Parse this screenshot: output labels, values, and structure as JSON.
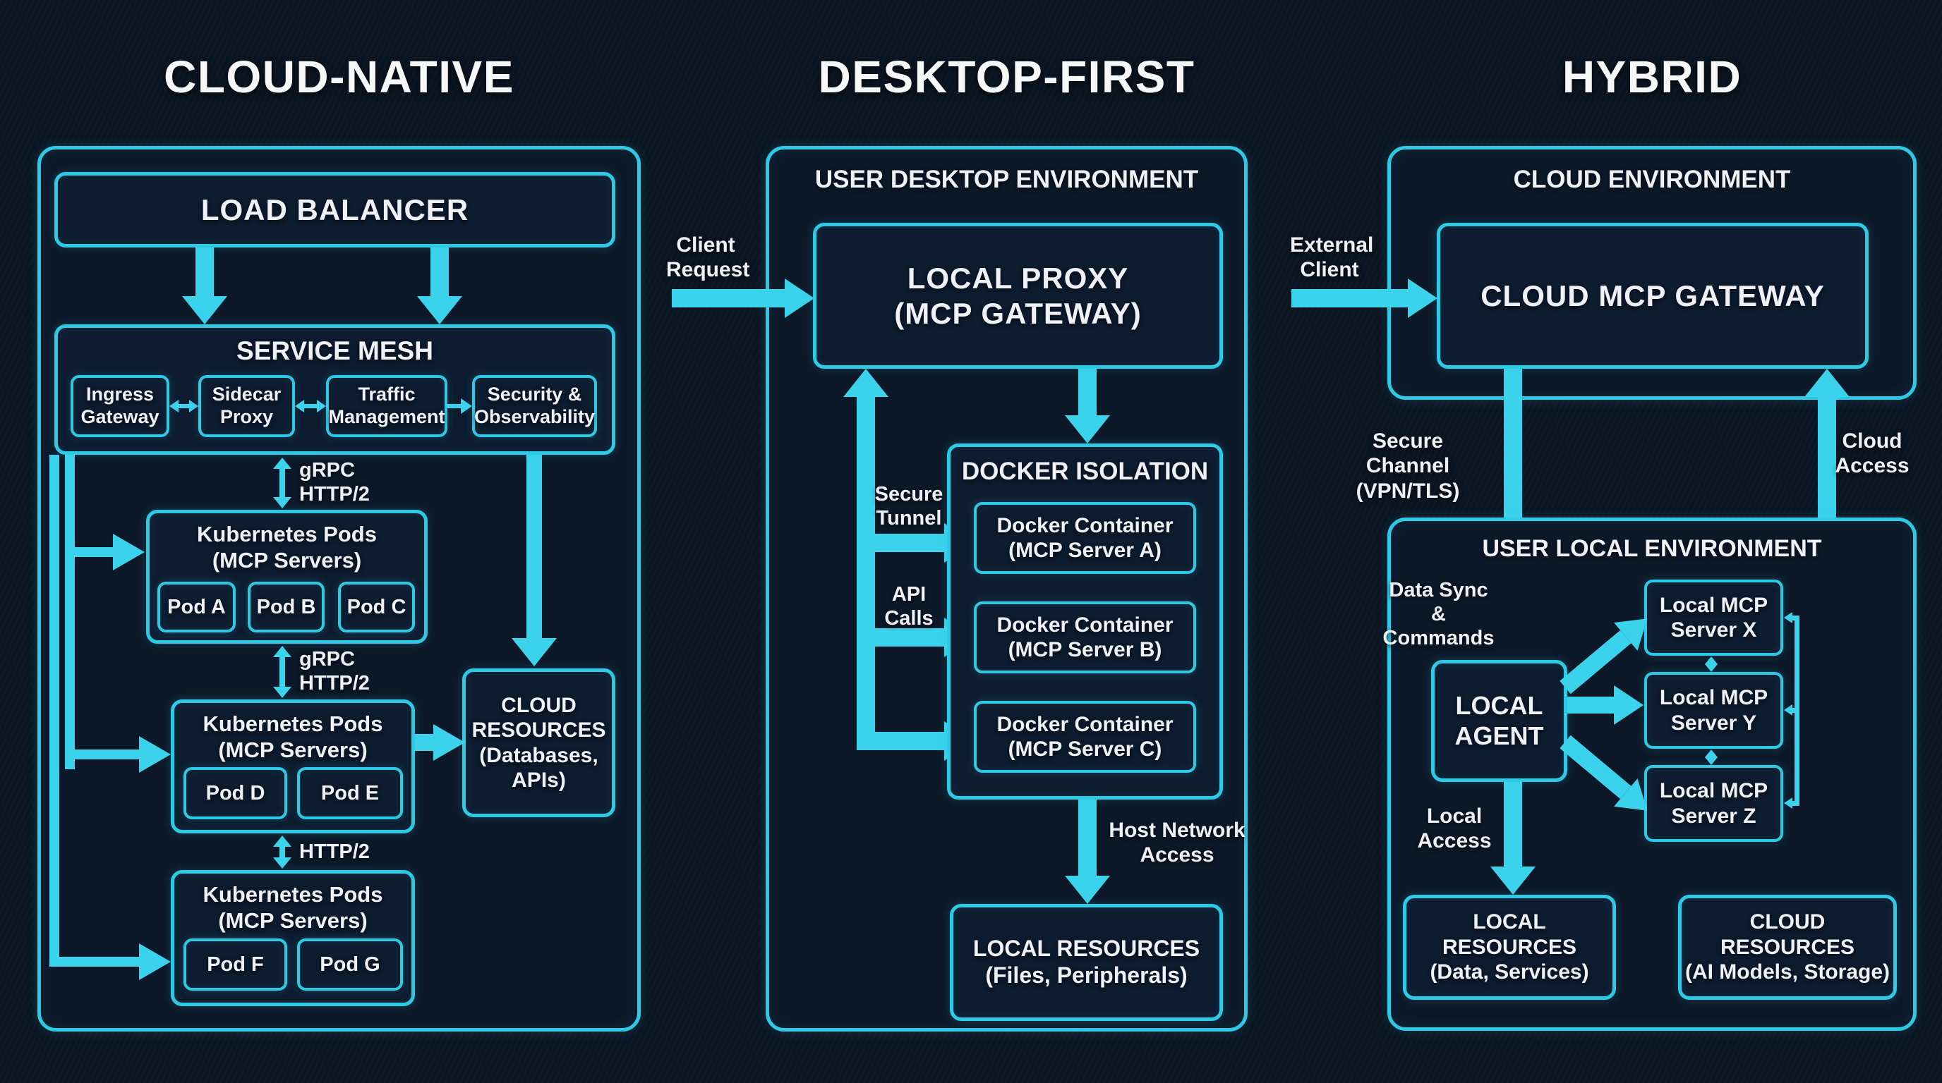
{
  "cloud_native": {
    "title": "CLOUD-NATIVE",
    "load_balancer": "LOAD BALANCER",
    "service_mesh": {
      "title": "SERVICE MESH",
      "items": [
        "Ingress\nGateway",
        "Sidecar\nProxy",
        "Traffic\nManagement",
        "Security &\nObservability"
      ]
    },
    "links": {
      "mesh_pods1": "gRPC\nHTTP/2",
      "pods1_pods2": "gRPC\nHTTP/2",
      "pods2_pods3": "HTTP/2"
    },
    "pod_groups": [
      {
        "title": "Kubernetes Pods\n(MCP Servers)",
        "pods": [
          "Pod A",
          "Pod B",
          "Pod C"
        ]
      },
      {
        "title": "Kubernetes Pods\n(MCP Servers)",
        "pods": [
          "Pod D",
          "Pod E"
        ]
      },
      {
        "title": "Kubernetes Pods\n(MCP Servers)",
        "pods": [
          "Pod F",
          "Pod G"
        ]
      }
    ],
    "cloud_resources": "CLOUD\nRESOURCES\n(Databases,\nAPIs)"
  },
  "desktop_first": {
    "title": "DESKTOP-FIRST",
    "environment_title": "USER DESKTOP ENVIRONMENT",
    "client_request": "Client\nRequest",
    "local_proxy": "LOCAL PROXY\n(MCP GATEWAY)",
    "secure_tunnel": "Secure\nTunnel",
    "api_calls": "API\nCalls",
    "docker_isolation": {
      "title": "DOCKER ISOLATION",
      "containers": [
        "Docker Container\n(MCP Server A)",
        "Docker Container\n(MCP Server B)",
        "Docker Container\n(MCP Server C)"
      ]
    },
    "host_network_access": "Host Network\nAccess",
    "local_resources": "LOCAL RESOURCES\n(Files, Peripherals)"
  },
  "hybrid": {
    "title": "HYBRID",
    "cloud_environment_title": "CLOUD ENVIRONMENT",
    "external_client": "External\nClient",
    "cloud_mcp_gateway": "CLOUD MCP GATEWAY",
    "secure_channel": "Secure Channel\n(VPN/TLS)",
    "cloud_access": "Cloud\nAccess",
    "local_environment_title": "USER LOCAL ENVIRONMENT",
    "data_sync": "Data Sync &\nCommands",
    "local_agent": "LOCAL\nAGENT",
    "local_servers": [
      "Local MCP\nServer X",
      "Local MCP\nServer Y",
      "Local MCP\nServer Z"
    ],
    "local_access": "Local\nAccess",
    "local_resources": "LOCAL\nRESOURCES\n(Data, Services)",
    "cloud_resources": "CLOUD\nRESOURCES\n(AI Models, Storage)"
  }
}
